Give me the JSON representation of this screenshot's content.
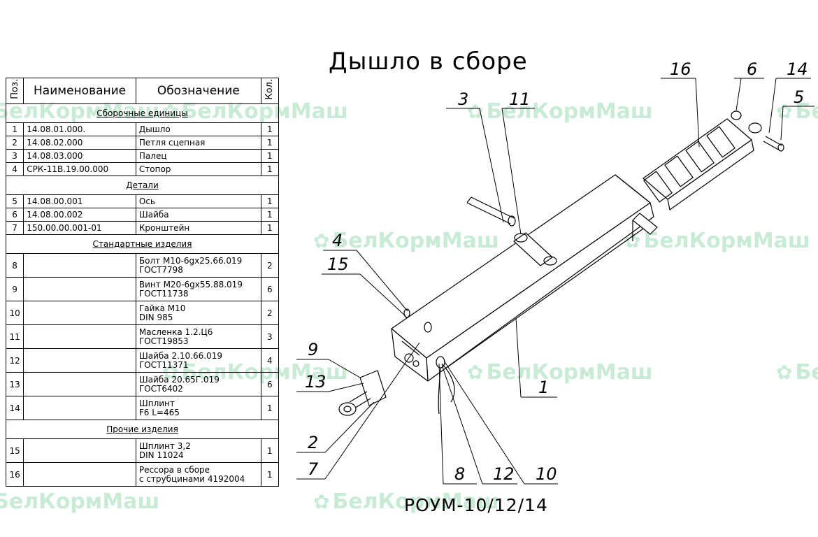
{
  "title": "Дышло в сборе",
  "model": "РОУМ-10/12/14",
  "watermark": "БелКормМаш",
  "table": {
    "headers": {
      "pos": "Поз.",
      "name": "Наименование",
      "designation": "Обозначение",
      "qty": "Кол."
    },
    "sections": [
      {
        "title": "Сборочные единицы",
        "rows": [
          {
            "pos": "1",
            "name": "14.08.01.000.",
            "designation": "Дышло",
            "qty": "1"
          },
          {
            "pos": "2",
            "name": "14.08.02.000",
            "designation": "Петля сцепная",
            "qty": "1"
          },
          {
            "pos": "3",
            "name": "14.08.03.000",
            "designation": "Палец",
            "qty": "1"
          },
          {
            "pos": "4",
            "name": "СРК-11В.19.00.000",
            "designation": "Стопор",
            "qty": "1"
          }
        ]
      },
      {
        "title": "Детали",
        "rows": [
          {
            "pos": "5",
            "name": "14.08.00.001",
            "designation": "Ось",
            "qty": "1"
          },
          {
            "pos": "6",
            "name": "14.08.00.002",
            "designation": "Шайба",
            "qty": "1"
          },
          {
            "pos": "7",
            "name": "150.00.00.001-01",
            "designation": "Кронштейн",
            "qty": "1"
          }
        ]
      },
      {
        "title": "Стандартные изделия",
        "rows": [
          {
            "pos": "8",
            "name": "",
            "designation": "Болт М10-6gх25.66.019",
            "designation2": "ГОСТ7798",
            "qty": "2"
          },
          {
            "pos": "9",
            "name": "",
            "designation": "Винт М20-6gх55.88.019",
            "designation2": "ГОСТ11738",
            "qty": "6"
          },
          {
            "pos": "10",
            "name": "",
            "designation": "Гайка М10",
            "designation2": "DIN 985",
            "qty": "2"
          },
          {
            "pos": "11",
            "name": "",
            "designation": "Масленка 1.2.Ц6",
            "designation2": "ГОСТ19853",
            "qty": "3"
          },
          {
            "pos": "12",
            "name": "",
            "designation": "Шайба 2.10.66.019",
            "designation2": "ГОСТ11371",
            "qty": "4"
          },
          {
            "pos": "13",
            "name": "",
            "designation": "Шайба 20.65Г.019",
            "designation2": "ГОСТ6402",
            "qty": "6"
          },
          {
            "pos": "14",
            "name": "",
            "designation": "Шплинт",
            "designation2": "F6 L=465",
            "qty": "1"
          }
        ]
      },
      {
        "title": "Прочие изделия",
        "rows": [
          {
            "pos": "15",
            "name": "",
            "designation": "Шплинт 3,2",
            "designation2": "DIN 11024",
            "qty": "1"
          },
          {
            "pos": "16",
            "name": "",
            "designation": "Рессора в сборе",
            "designation2": "с струбцинами 4192004",
            "qty": "1"
          }
        ]
      }
    ]
  },
  "callouts": {
    "c1": "1",
    "c2": "2",
    "c3": "3",
    "c4": "4",
    "c5": "5",
    "c6": "6",
    "c7": "7",
    "c8": "8",
    "c9": "9",
    "c10": "10",
    "c11": "11",
    "c12": "12",
    "c13": "13",
    "c14": "14",
    "c15": "15",
    "c16": "16"
  }
}
